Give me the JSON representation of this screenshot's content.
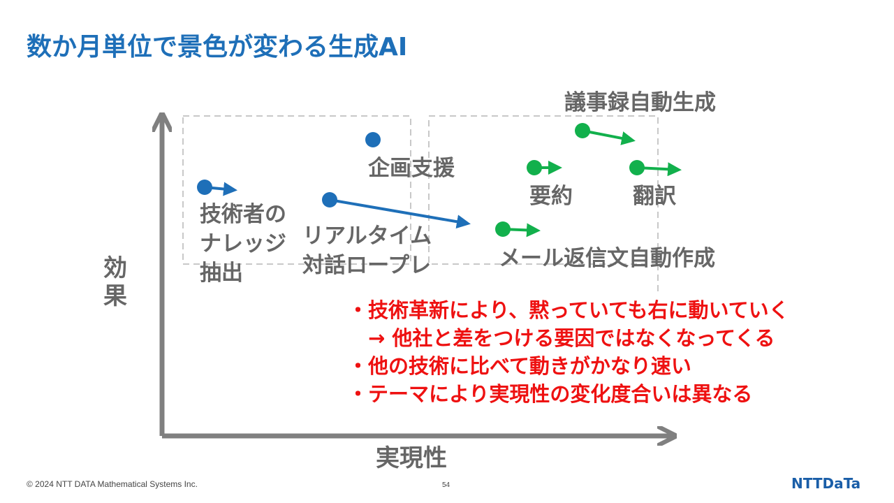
{
  "title": "数か月単位で景色が変わる生成AI",
  "axes": {
    "y_label": "効果",
    "x_label": "実現性"
  },
  "items": [
    {
      "id": "knowledge",
      "label_lines": [
        "技術者の",
        "ナレッジ",
        "抽出"
      ],
      "color": "#1e6fb8",
      "moves": true
    },
    {
      "id": "roleplay",
      "label_lines": [
        "リアルタイム",
        "対話ロープレ"
      ],
      "color": "#1e6fb8",
      "moves": true
    },
    {
      "id": "planning",
      "label_lines": [
        "企画支援"
      ],
      "color": "#1e6fb8",
      "moves": false
    },
    {
      "id": "minutes",
      "label_lines": [
        "議事録自動生成"
      ],
      "color": "#12b04c",
      "moves": true
    },
    {
      "id": "summary",
      "label_lines": [
        "要約"
      ],
      "color": "#12b04c",
      "moves": true
    },
    {
      "id": "translation",
      "label_lines": [
        "翻訳"
      ],
      "color": "#12b04c",
      "moves": true
    },
    {
      "id": "email",
      "label_lines": [
        "メール返信文自動作成"
      ],
      "color": "#12b04c",
      "moves": true
    }
  ],
  "bullets": [
    "・技術革新により、黙っていても右に動いていく",
    "　→ 他社と差をつける要因ではなくなってくる",
    "・他の技術に比べて動きがかなり速い",
    "・テーマにより実現性の変化度合いは異なる"
  ],
  "colors": {
    "title": "#1e6fb8",
    "blue": "#1e6fb8",
    "green": "#12b04c",
    "accent_red": "#ee1111",
    "axis": "#808080"
  },
  "footer": {
    "copyright": "© 2024 NTT DATA Mathematical Systems Inc.",
    "page": "54",
    "logo": "NTTDaTa"
  }
}
